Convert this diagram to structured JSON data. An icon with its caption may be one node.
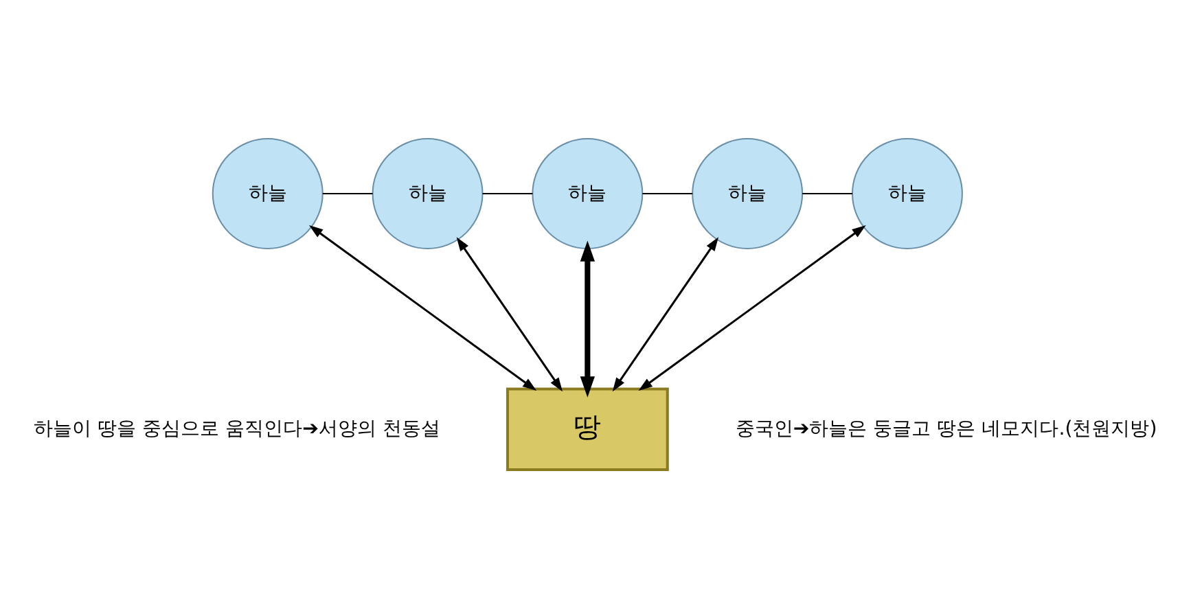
{
  "diagram": {
    "nodes": [
      {
        "text": [
          "하늘"
        ]
      },
      {
        "text": [
          "하늘"
        ]
      },
      {
        "text": [
          "하늘"
        ]
      },
      {
        "text": [
          "하늘"
        ]
      },
      {
        "text": [
          "하늘"
        ]
      },
      {
        "text": [
          "땅"
        ]
      }
    ],
    "edges": [
      {
        "from": 5,
        "to": 0,
        "arrow": "both"
      },
      {
        "from": 5,
        "to": 1,
        "arrow": "both"
      },
      {
        "from": 5,
        "to": 2,
        "arrow": "both",
        "style": "thick"
      },
      {
        "from": 5,
        "to": 3,
        "arrow": "both"
      },
      {
        "from": 5,
        "to": 4,
        "arrow": "both"
      },
      {
        "from": 0,
        "to": 1,
        "arrow": "none"
      },
      {
        "from": 1,
        "to": 2,
        "arrow": "none"
      },
      {
        "from": 2,
        "to": 3,
        "arrow": "none"
      },
      {
        "from": 3,
        "to": 4,
        "arrow": "none"
      }
    ],
    "labels": [
      "하늘이 땅을 중심으로 움직인다➔서양의 천동설",
      "중국인➔하늘은 둥글고 땅은 네모지다.(천원지방)"
    ]
  }
}
